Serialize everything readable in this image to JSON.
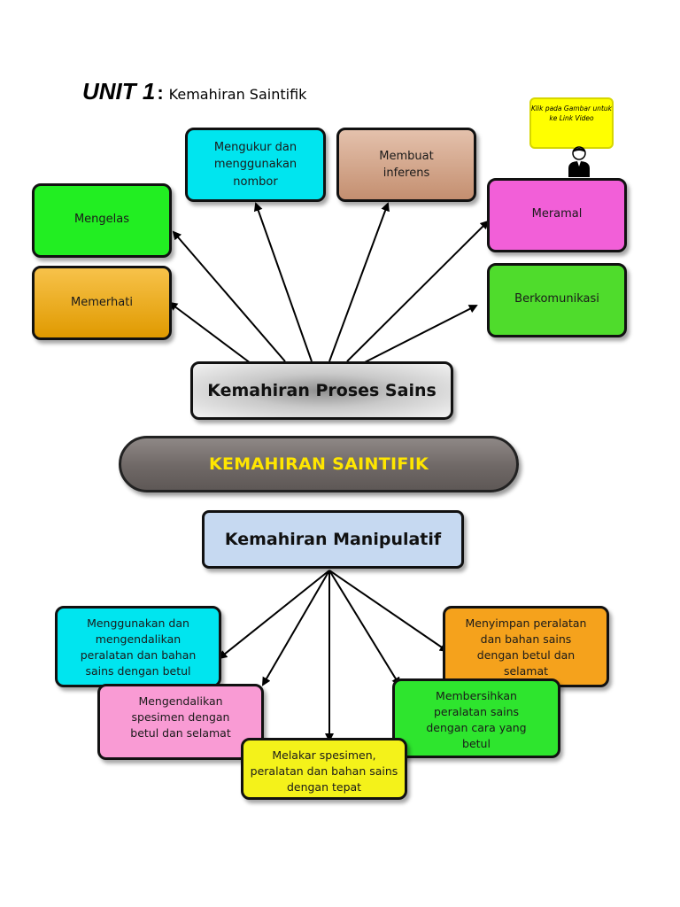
{
  "title": {
    "unit": "UNIT 1",
    "colon": ":",
    "subtitle": "Kemahiran Saintifik"
  },
  "callout": {
    "text": "Klik pada Gambar untuk ke Link Video",
    "icon": "person-icon"
  },
  "proses": {
    "center": "Kemahiran Proses Sains",
    "items": [
      {
        "label": "Mengukur dan menggunakan nombor",
        "color": "#00e5ef"
      },
      {
        "label": "Membuat inferens",
        "color": "#d5a98e"
      },
      {
        "label": "Mengelas",
        "color": "#22ee22"
      },
      {
        "label": "Memerhati",
        "color": "#f2a800"
      },
      {
        "label": "Meramal",
        "color": "#f25fd8"
      },
      {
        "label": "Berkomunikasi",
        "color": "#4fdc2c"
      }
    ]
  },
  "banner": "KEMAHIRAN SAINTIFIK",
  "manipulatif": {
    "center": "Kemahiran Manipulatif",
    "items": [
      {
        "label": "Menggunakan dan mengendalikan peralatan dan bahan sains dengan betul",
        "color": "#00e5ef"
      },
      {
        "label": "Mengendalikan spesimen dengan betul dan selamat",
        "color": "#f99bd4"
      },
      {
        "label": "Melakar spesimen, peralatan dan bahan sains dengan tepat",
        "color": "#f4f21a"
      },
      {
        "label": "Membersihkan peralatan sains dengan cara yang betul",
        "color": "#2ee52e"
      },
      {
        "label": "Menyimpan peralatan dan bahan sains dengan betul dan selamat",
        "color": "#f5a21c"
      }
    ]
  }
}
